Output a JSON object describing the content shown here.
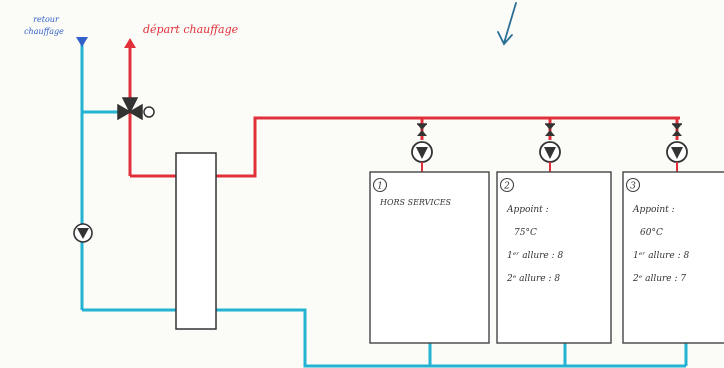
{
  "labels": {
    "return_line_l1": "retour",
    "return_line_l2": "chauffage",
    "supply_line": "départ chauffage"
  },
  "units": [
    {
      "number": "1",
      "lines": [
        "HORS SERVICES"
      ]
    },
    {
      "number": "2",
      "lines": [
        "Appoint :",
        "75°C",
        "1ᵉʳ allure : 8",
        "2ᵉ allure : 8"
      ]
    },
    {
      "number": "3",
      "lines": [
        "Appoint :",
        "60°C",
        "1ᵉʳ allure : 8",
        "2ᵉ allure : 7"
      ]
    }
  ],
  "colors": {
    "supply": "#e0303a",
    "return": "#22b4d2",
    "ink": "#333333",
    "return_arrow": "#3060c8",
    "annotation": "#2a6f95"
  },
  "icons": {
    "pump": "pump-icon",
    "valve": "isolation-valve-icon",
    "three_way": "three-way-valve-icon"
  }
}
